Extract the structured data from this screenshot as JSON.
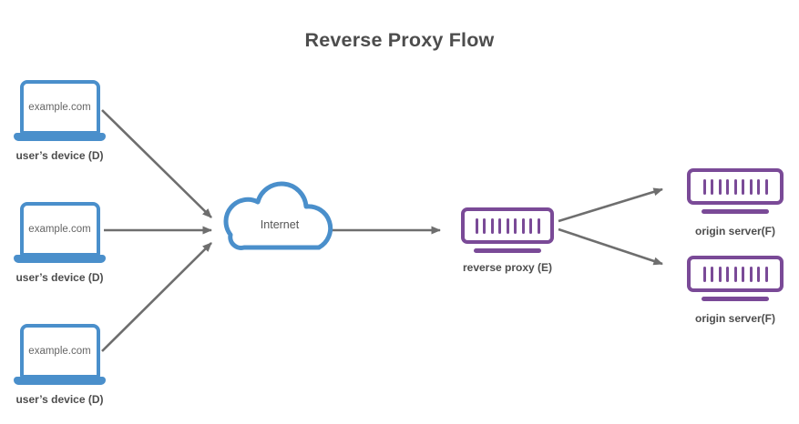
{
  "title": "Reverse Proxy Flow",
  "colors": {
    "device_blue": "#4a8fcb",
    "server_purple": "#7a4a97",
    "arrow_gray": "#6e6e6e",
    "label_gray": "#4d4d4d"
  },
  "nodes": {
    "devices": [
      {
        "screen_text": "example.com",
        "label": "user’s device (D)"
      },
      {
        "screen_text": "example.com",
        "label": "user’s device (D)"
      },
      {
        "screen_text": "example.com",
        "label": "user’s device (D)"
      }
    ],
    "internet": {
      "label": "Internet"
    },
    "reverse_proxy": {
      "label": "reverse proxy (E)"
    },
    "origin_servers": [
      {
        "label": "origin server(F)"
      },
      {
        "label": "origin server(F)"
      }
    ]
  },
  "edges": [
    {
      "from": "device-1",
      "to": "internet"
    },
    {
      "from": "device-2",
      "to": "internet"
    },
    {
      "from": "device-3",
      "to": "internet"
    },
    {
      "from": "internet",
      "to": "reverse-proxy"
    },
    {
      "from": "reverse-proxy",
      "to": "origin-server-1"
    },
    {
      "from": "reverse-proxy",
      "to": "origin-server-2"
    }
  ]
}
